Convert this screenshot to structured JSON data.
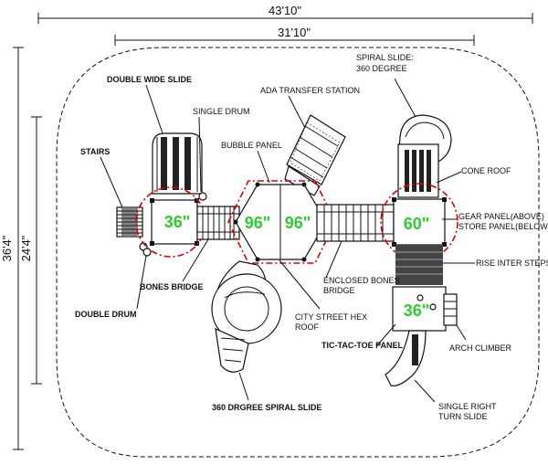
{
  "dimensions": {
    "overall_width": "43'10\"",
    "inner_width": "31'10\"",
    "overall_depth": "36'4\"",
    "inner_depth": "24'4\""
  },
  "deck_sizes": {
    "left_deck": "36\"",
    "center_left": "96\"",
    "center_right": "96\"",
    "right_deck": "60\"",
    "lower_deck": "36\""
  },
  "labels": {
    "double_wide_slide": "DOUBLE WIDE SLIDE",
    "single_drum": "SINGLE  DRUM",
    "stairs": "STAIRS",
    "bubble_panel": "BUBBLE PANEL",
    "ada_transfer": "ADA TRANSFER STATION",
    "spiral_slide_line1": "SPIRAL SLIDE:",
    "spiral_slide_line2": "360 DEGREE",
    "cone_roof": "CONE ROOF",
    "gear_panel": "GEAR PANEL(ABOVE)",
    "store_panel": "STORE PANEL(BELOW)",
    "rise_inter_steps": "RISE INTER STEPS",
    "bones_bridge": "BONES BRIDGE",
    "enclosed_bones_line1": "ENCLOSED BONES",
    "enclosed_bones_line2": "BRIDGE",
    "double_drum": "DOUBLE DRUM",
    "city_street_line1": "CITY STREET HEX",
    "city_street_line2": "ROOF",
    "tic_tac_toe": "TIC-TAC-TOE PANEL",
    "arch_climber": "ARCH CLIMBER",
    "spiral_360": "360 DRGREE SPIRAL SLIDE",
    "single_right_line1": "SINGLE RIGHT",
    "single_right_line2": "TURN SLIDE"
  },
  "colors": {
    "deck_size_text": "#2ecc2e",
    "use_zone_circle": "#dd0000",
    "line": "#111111"
  }
}
